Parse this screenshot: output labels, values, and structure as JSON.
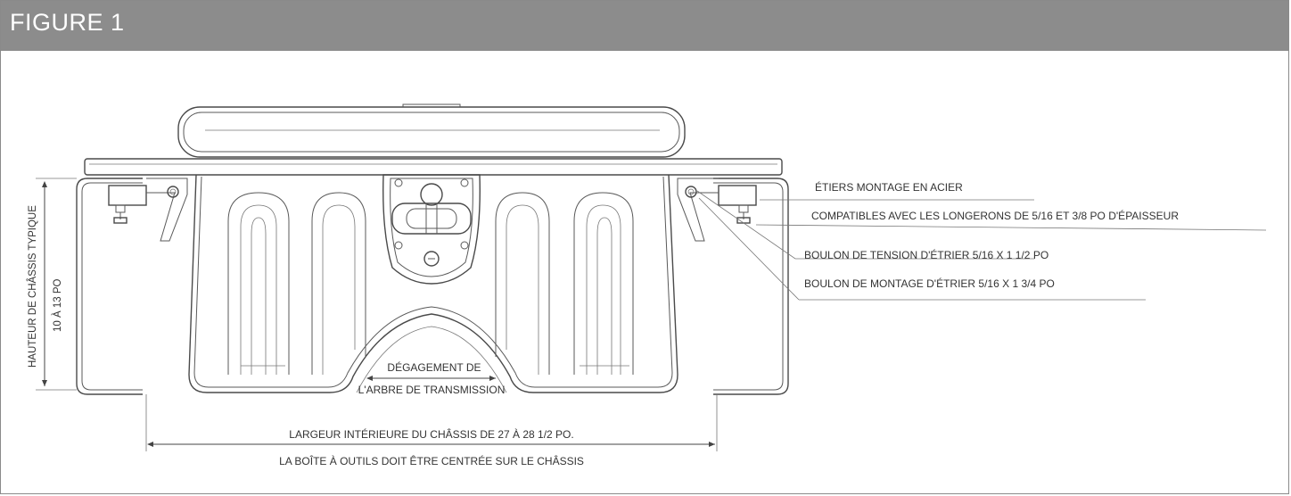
{
  "figure": {
    "title": "FIGURE 1"
  },
  "labels": {
    "steel_brackets": "ÉTIERS MONTAGE EN ACIER",
    "compatible_rails": "COMPATIBLES AVEC LES LONGERONS DE 5/16 ET 3/8 PO D'ÉPAISSEUR",
    "tension_bolt": "BOULON DE TENSION D'ÉTRIER 5/16 X 1 1/2 PO",
    "mounting_bolt": "BOULON DE MONTAGE D'ÉTRIER 5/16 X 1 3/4 PO",
    "driveshaft_clearance_line1": "DÉGAGEMENT DE",
    "driveshaft_clearance_line2": "L'ARBRE DE TRANSMISSION",
    "frame_width": "LARGEUR INTÉRIEURE DU CHÂSSIS DE 27 À 28 1/2 PO.",
    "centered_note": "LA BOÎTE À OUTILS DOIT ÊTRE CENTRÉE SUR LE CHÂSSIS",
    "frame_height_line1": "HAUTEUR DE CHÂSSIS TYPIQUE",
    "frame_height_line2": "10 À 13 PO"
  }
}
